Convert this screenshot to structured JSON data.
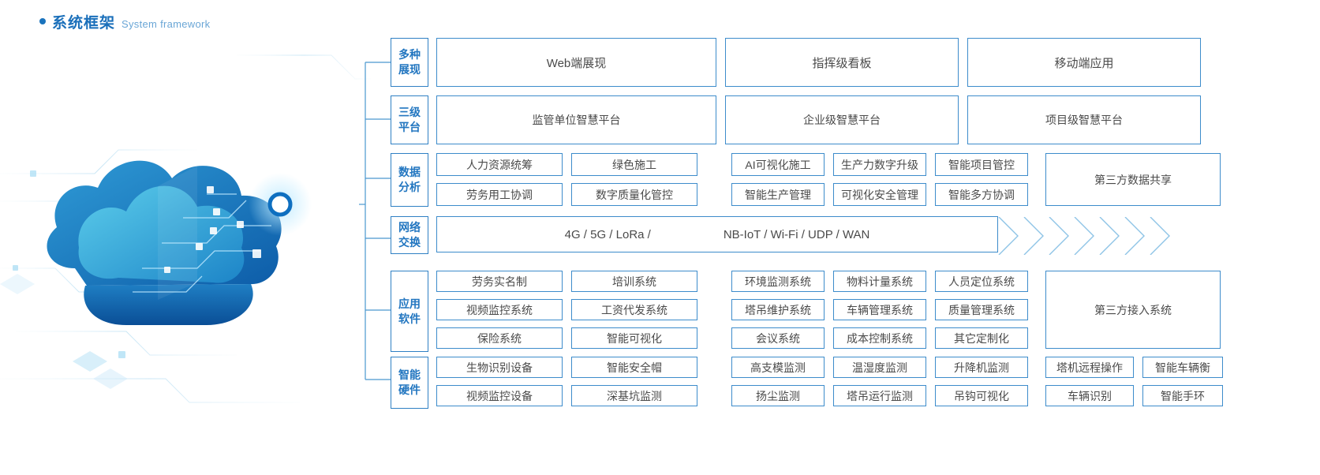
{
  "heading": {
    "bullet_color": "#1a73bd",
    "title_zh": "系统框架",
    "title_en": "System framework"
  },
  "artwork": {
    "name": "cloud-network-illustration",
    "colors": {
      "deep": "#1065b0",
      "mid": "#1f8fd0",
      "light": "#49c3e6",
      "node": "#0e6fc0"
    }
  },
  "rows": [
    {
      "category": [
        "多种",
        "展现"
      ],
      "kind": "three-wide",
      "items": [
        "Web端展现",
        "指挥级看板",
        "移动端应用"
      ]
    },
    {
      "category": [
        "三级",
        "平台"
      ],
      "kind": "three-wide",
      "items": [
        "监管单位智慧平台",
        "企业级智慧平台",
        "项目级智慧平台"
      ]
    },
    {
      "category": [
        "数据",
        "分析"
      ],
      "kind": "grid-two-three-side",
      "left": [
        [
          "人力资源统筹",
          "绿色施工"
        ],
        [
          "劳务用工协调",
          "数字质量化管控"
        ]
      ],
      "mid": [
        [
          "AI可视化施工",
          "生产力数字升级",
          "智能项目管控"
        ],
        [
          "智能生产管理",
          "可视化安全管理",
          "智能多方协调"
        ]
      ],
      "side": "第三方数据共享"
    },
    {
      "category": [
        "网络",
        "交换"
      ],
      "kind": "net",
      "texts": [
        "4G / 5G / LoRa /",
        "NB-IoT / Wi-Fi / UDP / WAN"
      ],
      "chevron_count": 7
    },
    {
      "category": [
        "应用",
        "软件"
      ],
      "kind": "grid-two-three-side",
      "left": [
        [
          "劳务实名制",
          "培训系统"
        ],
        [
          "视频监控系统",
          "工资代发系统"
        ],
        [
          "保险系统",
          "智能可视化"
        ]
      ],
      "mid": [
        [
          "环境监测系统",
          "物料计量系统",
          "人员定位系统"
        ],
        [
          "塔吊维护系统",
          "车辆管理系统",
          "质量管理系统"
        ],
        [
          "会议系统",
          "成本控制系统",
          "其它定制化"
        ]
      ],
      "side": "第三方接入系统"
    },
    {
      "category": [
        "智能",
        "硬件"
      ],
      "kind": "grid-hardware",
      "left": [
        [
          "生物识别设备",
          "智能安全帽"
        ],
        [
          "视频监控设备",
          "深基坑监测"
        ]
      ],
      "mid": [
        [
          "高支模监测",
          "温湿度监测",
          "升降机监测"
        ],
        [
          "扬尘监测",
          "塔吊运行监测",
          "吊钩可视化"
        ]
      ],
      "right": [
        [
          "塔机远程操作",
          "智能车辆衡"
        ],
        [
          "车辆识别",
          "智能手环"
        ]
      ]
    }
  ],
  "theme": {
    "border": "#3d8ccb",
    "category_border": "#2f80c4",
    "category_text": "#2276c0",
    "box_text": "#4a4a4a"
  }
}
